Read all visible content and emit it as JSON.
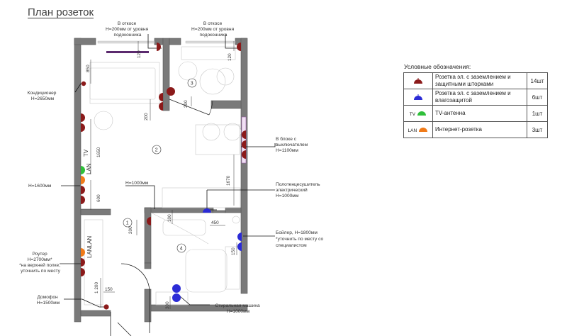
{
  "title": "План розеток",
  "legend": {
    "title": "Условные обозначения:",
    "items": [
      {
        "symbol": "socket-red-icon",
        "color": "#8b1a1a",
        "text_lines": [
          "Розетка эл. с заземлением и",
          "защитными шторками"
        ],
        "count": "14шт"
      },
      {
        "symbol": "socket-blue-icon",
        "color": "#2b2bd6",
        "text_lines": [
          "Розетка эл. с заземлением и",
          "влагозащитой"
        ],
        "count": "6шт"
      },
      {
        "symbol": "tv-antenna-icon",
        "color": "#2fbf3a",
        "sym_label": "TV",
        "text_lines": [
          "TV-антенна"
        ],
        "count": "1шт"
      },
      {
        "symbol": "lan-socket-icon",
        "color": "#f07a18",
        "sym_label": "LAN",
        "text_lines": [
          "Интернет-розетка"
        ],
        "count": "3шт"
      }
    ]
  },
  "labels": {
    "window_left": [
      "В откосе",
      "H=200мм от уровня",
      "подоконника"
    ],
    "window_right": [
      "В откосе",
      "H=200мм от уровня",
      "подоконника"
    ],
    "conditioner": [
      "Кондиционер",
      "H=2650мм"
    ],
    "block_switch": [
      "В блоке с",
      "выключателем",
      "H=1100мм"
    ],
    "h1000": "H=1000мм",
    "h1600": "H=1600мм",
    "towel_rail": [
      "Полотенцесушитель",
      "электрический",
      "H=1000мм"
    ],
    "boiler": [
      "Бойлер, H=1800мм",
      "*уточнить по месту со",
      "специалистом"
    ],
    "router": [
      "Роутер",
      "H=2700мм*",
      "*на верхней полке,",
      "уточнить по месту"
    ],
    "intercom": [
      "Домофон",
      "H=1500мм"
    ],
    "washer": [
      "Стиральная машина",
      "H=1000мм"
    ],
    "tv_text": "TV",
    "lan_text": "LAN",
    "lan_lan_text": "LANLAN"
  },
  "rooms": [
    "1",
    "2",
    "3",
    "4"
  ],
  "dims": {
    "d120a": "120",
    "d120b": "120",
    "d850": "850",
    "d200a": "200",
    "d200b": "200",
    "d1650": "1650",
    "d600": "600",
    "d1670": "1670",
    "d100": "100",
    "d200c": "200",
    "d450": "450",
    "d150a": "150",
    "d1200": "1 200",
    "d150b": "150",
    "d300": "300"
  }
}
